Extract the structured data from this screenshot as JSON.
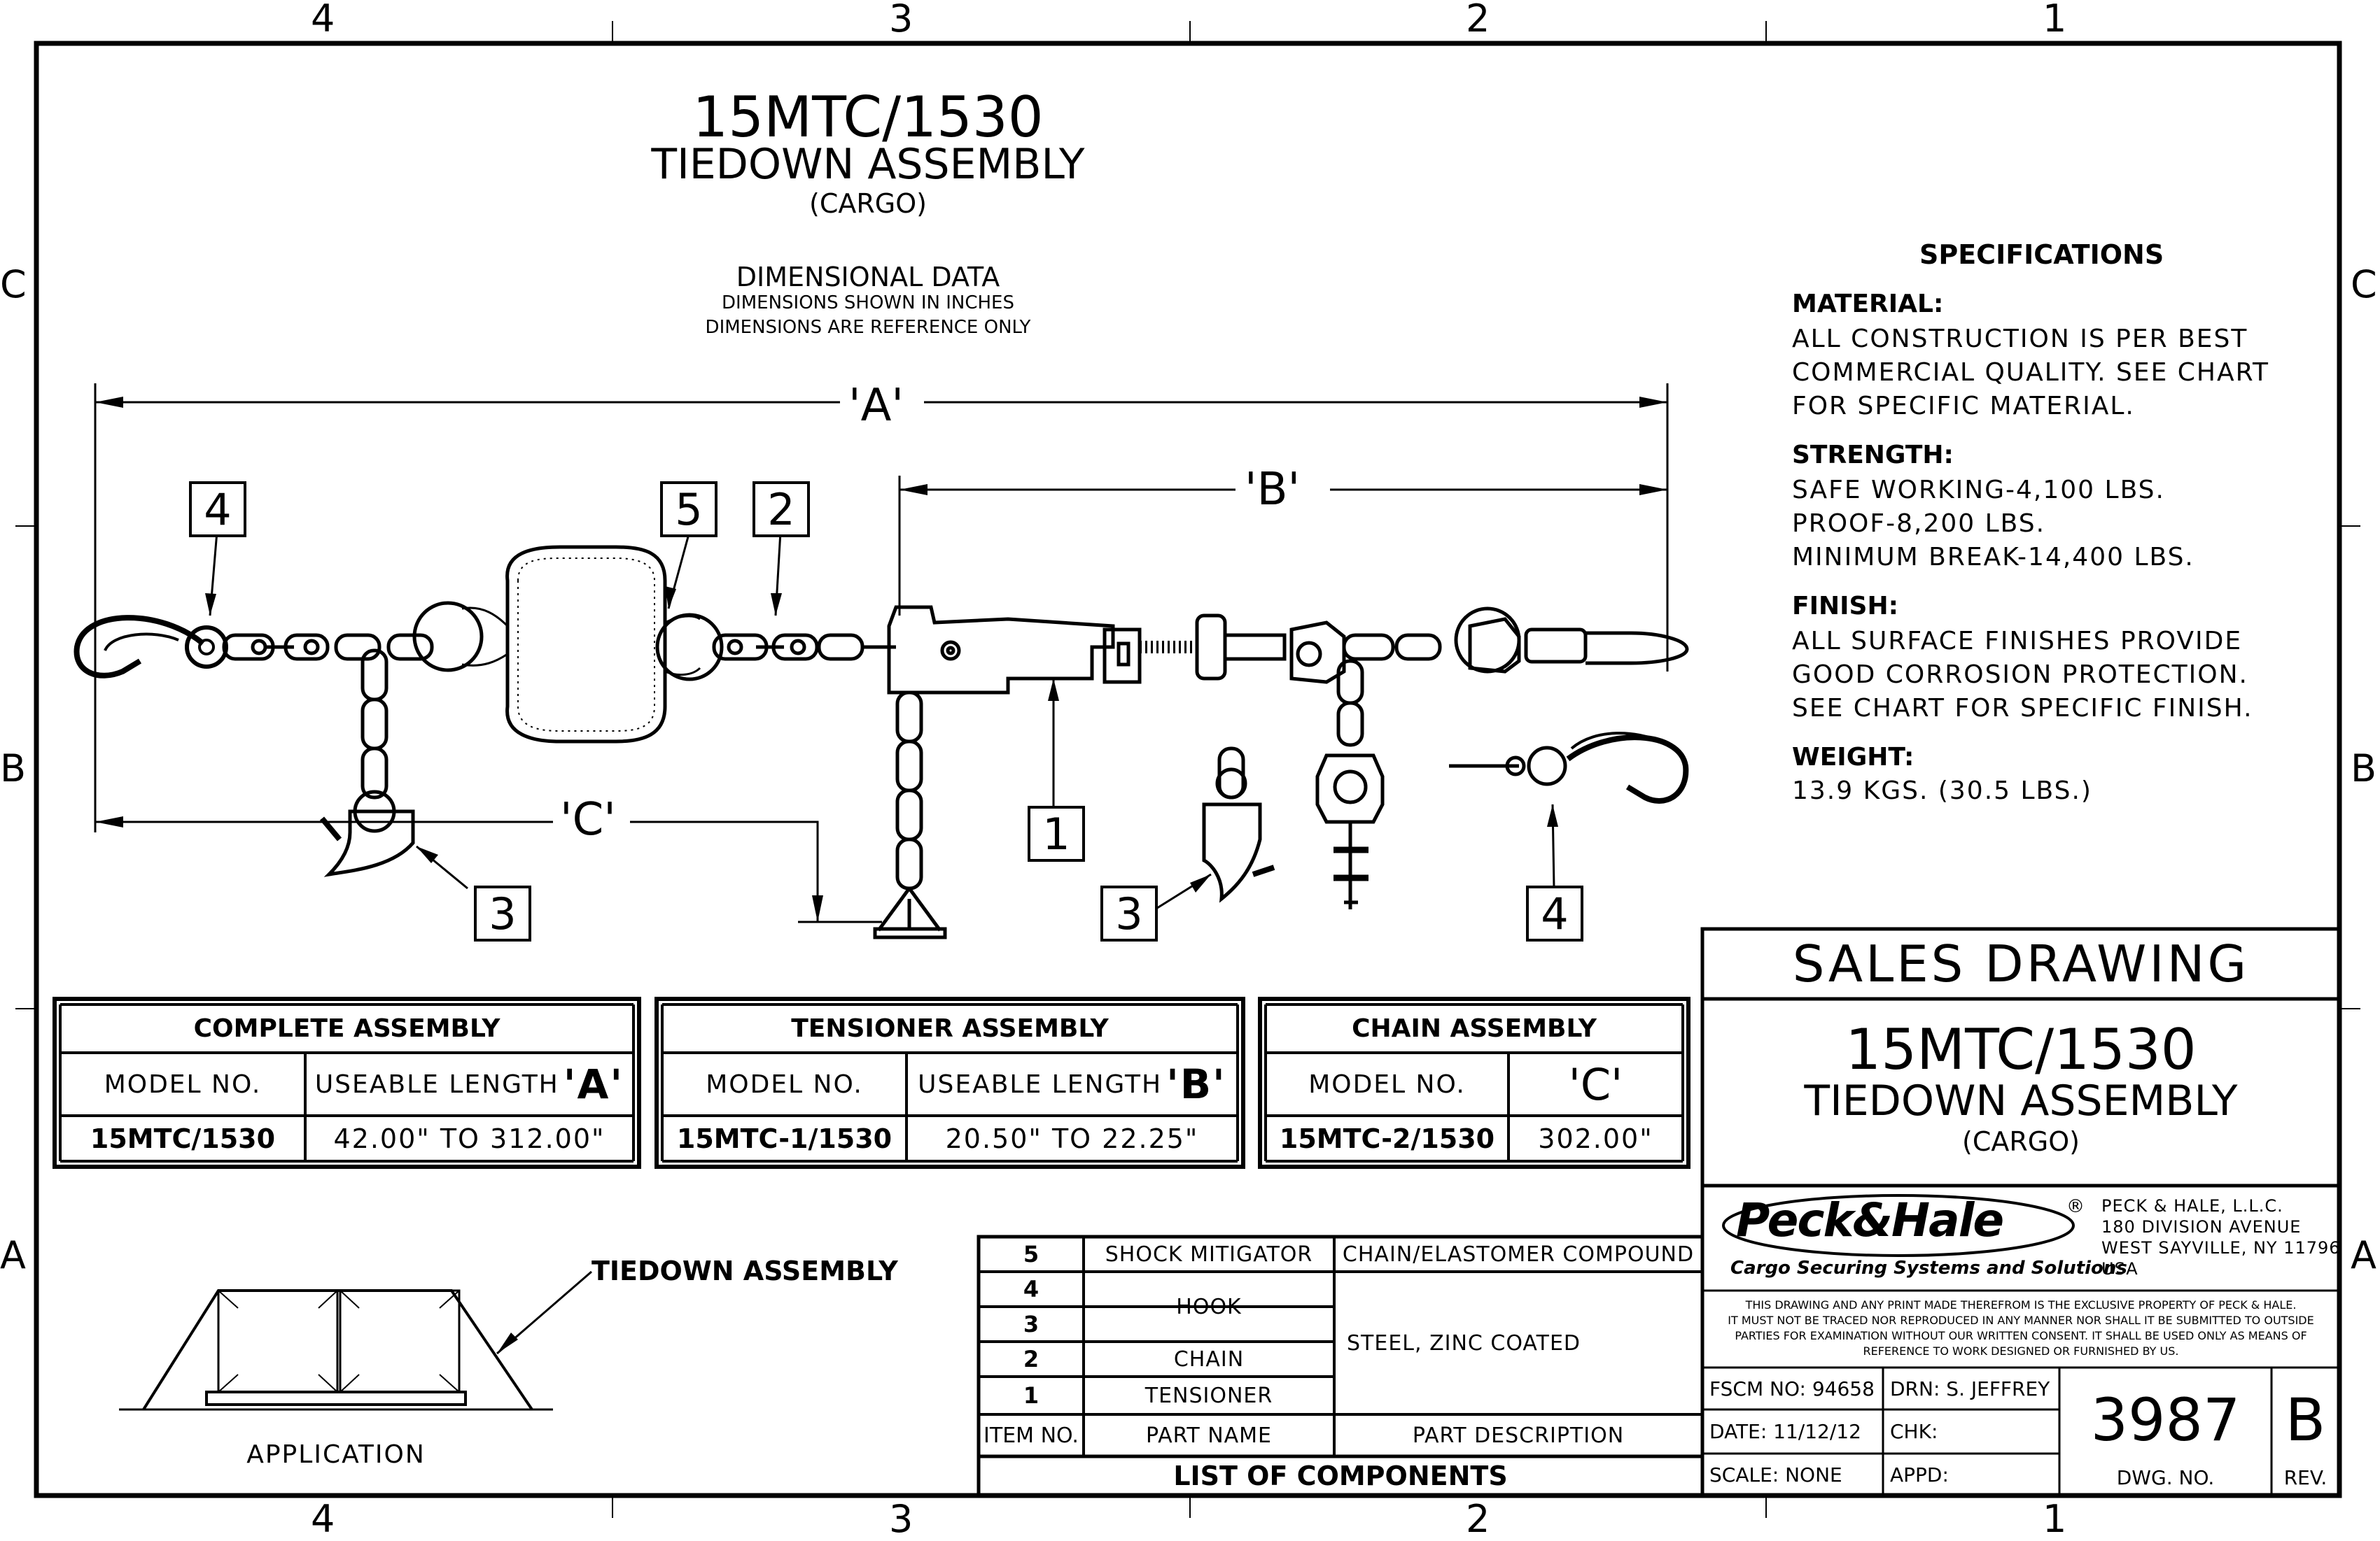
{
  "zones": {
    "top": [
      "4",
      "3",
      "2",
      "1"
    ],
    "bottom": [
      "4",
      "3",
      "2",
      "1"
    ],
    "left": [
      "C",
      "B",
      "A"
    ],
    "right": [
      "C",
      "B",
      "A"
    ]
  },
  "title": {
    "model": "15MTC/1530",
    "name": "TIEDOWN ASSEMBLY",
    "sub": "(CARGO)"
  },
  "dimensional": {
    "heading": "DIMENSIONAL DATA",
    "line1": "DIMENSIONS SHOWN IN INCHES",
    "line2": "DIMENSIONS ARE REFERENCE ONLY"
  },
  "dims": {
    "a": "'A'",
    "b": "'B'",
    "c": "'C'"
  },
  "callouts": {
    "n1": "1",
    "n2": "2",
    "n3a": "3",
    "n3b": "3",
    "n4a": "4",
    "n4b": "4",
    "n5": "5"
  },
  "specs": {
    "heading": "SPECIFICATIONS",
    "material_h": "MATERIAL:",
    "material": [
      "ALL CONSTRUCTION IS PER BEST",
      "COMMERCIAL QUALITY. SEE CHART",
      "FOR SPECIFIC MATERIAL."
    ],
    "strength_h": "STRENGTH:",
    "strength": [
      "SAFE WORKING-4,100 LBS.",
      "PROOF-8,200 LBS.",
      "MINIMUM BREAK-14,400 LBS."
    ],
    "finish_h": "FINISH:",
    "finish": [
      "ALL SURFACE FINISHES PROVIDE",
      "GOOD CORROSION PROTECTION.",
      "SEE CHART FOR SPECIFIC FINISH."
    ],
    "weight_h": "WEIGHT:",
    "weight": "13.9 KGS. (30.5 LBS.)"
  },
  "tables": {
    "complete": {
      "title": "COMPLETE ASSEMBLY",
      "col1": "MODEL NO.",
      "col2": "USEABLE LENGTH",
      "col2_letter": "'A'",
      "model": "15MTC/1530",
      "value": "42.00\" TO 312.00\""
    },
    "tensioner": {
      "title": "TENSIONER ASSEMBLY",
      "col1": "MODEL NO.",
      "col2": "USEABLE LENGTH",
      "col2_letter": "'B'",
      "model": "15MTC-1/1530",
      "value": "20.50\" TO 22.25\""
    },
    "chain": {
      "title": "CHAIN ASSEMBLY",
      "col1": "MODEL NO.",
      "col2_letter": "'C'",
      "model": "15MTC-2/1530",
      "value": "302.00\""
    }
  },
  "application": {
    "callout": "TIEDOWN ASSEMBLY",
    "label": "APPLICATION"
  },
  "components": {
    "rows": [
      {
        "item": "5",
        "part": "SHOCK MITIGATOR",
        "desc": "CHAIN/ELASTOMER COMPOUND"
      },
      {
        "item": "4",
        "part": "",
        "desc": ""
      },
      {
        "item": "3",
        "part": "",
        "desc": ""
      },
      {
        "item": "2",
        "part": "CHAIN",
        "desc": ""
      },
      {
        "item": "1",
        "part": "TENSIONER",
        "desc": ""
      }
    ],
    "hook": "HOOK",
    "steel": "STEEL, ZINC COATED",
    "h_item": "ITEM NO.",
    "h_part": "PART NAME",
    "h_desc": "PART DESCRIPTION",
    "footer": "LIST OF COMPONENTS"
  },
  "titleblock": {
    "sales": "SALES DRAWING",
    "model": "15MTC/1530",
    "name": "TIEDOWN ASSEMBLY",
    "sub": "(CARGO)",
    "logo": "Peck&Hale",
    "reg": "®",
    "tagline": "Cargo Securing Systems and Solutions",
    "address": [
      "PECK & HALE, L.L.C.",
      "180 DIVISION AVENUE",
      "WEST SAYVILLE, NY 11796",
      "USA"
    ],
    "notice": [
      "THIS DRAWING AND ANY PRINT MADE THEREFROM IS THE EXCLUSIVE PROPERTY OF PECK & HALE.",
      "IT MUST NOT BE TRACED NOR REPRODUCED IN ANY MANNER NOR SHALL IT BE SUBMITTED TO OUTSIDE",
      "PARTIES FOR EXAMINATION WITHOUT OUR WRITTEN CONSENT.  IT SHALL BE USED ONLY AS MEANS OF",
      "REFERENCE TO WORK DESIGNED OR FURNISHED BY US."
    ],
    "fscm": "FSCM NO: 94658",
    "drn": "DRN: S. JEFFREY",
    "date": "DATE: 11/12/12",
    "chk": "CHK:",
    "scale": "SCALE:  NONE",
    "appd": "APPD:",
    "dwg": "3987",
    "dwg_label": "DWG. NO.",
    "rev": "B",
    "rev_label": "REV."
  }
}
